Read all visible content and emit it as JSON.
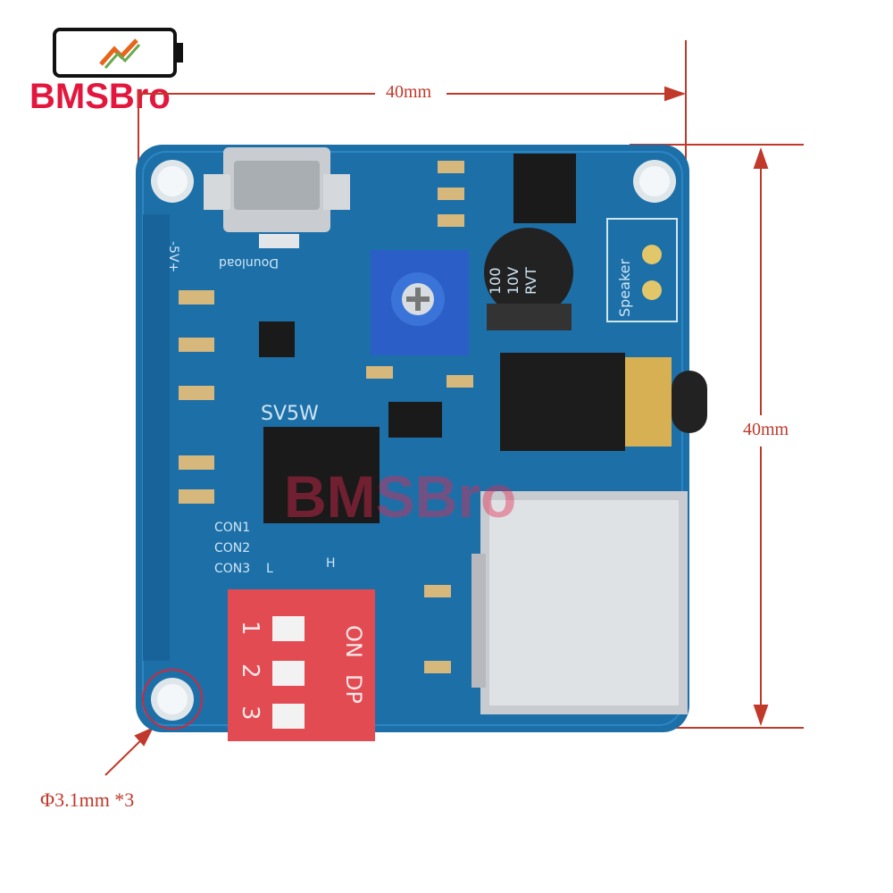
{
  "brand": {
    "logo_text": "BMSBro",
    "watermark_text": "BMSBro",
    "accent_color": "#e3173e",
    "logo_icon": "battery-icon"
  },
  "dimensions": {
    "width_label": "40mm",
    "height_label": "40mm",
    "hole_label": "Φ3.1mm *3",
    "line_color": "#c0392b"
  },
  "board": {
    "color": "#1d6fa8",
    "chip_label": "SV5W",
    "usb_label": "Dounload",
    "power_label": "-5V+",
    "speaker_label": "Speaker",
    "capacitor_text": [
      "100",
      "10V",
      "RVT"
    ],
    "connector_labels": [
      "CON1",
      "CON2",
      "CON3"
    ],
    "h_label": "H",
    "l_label": "L",
    "dip_switch": {
      "header": [
        "ON",
        "DP"
      ],
      "numbers": [
        "1",
        "2",
        "3"
      ]
    }
  }
}
